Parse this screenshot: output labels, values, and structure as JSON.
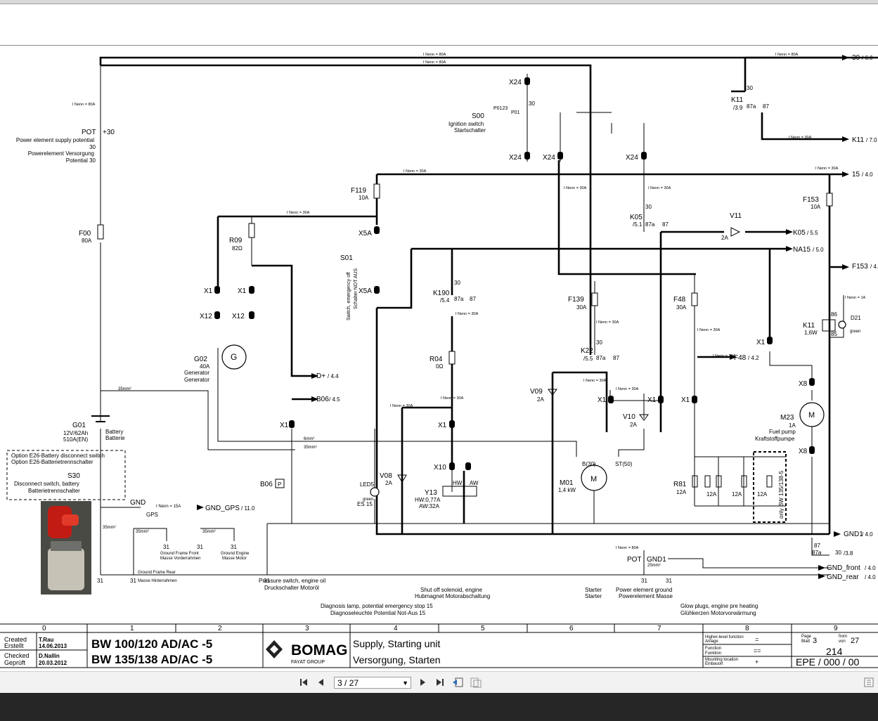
{
  "viewer": {
    "page_current": "3",
    "page_total": "27",
    "page_separator": "/"
  },
  "title_block": {
    "columns": [
      "0",
      "1",
      "2",
      "3",
      "4",
      "5",
      "6",
      "7",
      "8",
      "9"
    ],
    "created_label": "Created",
    "created_label_de": "Erstellt",
    "created_by": "T.Rau",
    "created_date": "14.06.2013",
    "checked_label": "Checked",
    "checked_label_de": "Geprüft",
    "checked_by": "D.Nallin",
    "checked_date": "20.03.2012",
    "model_line1": "BW 100/120 AD/AC -5",
    "model_line2": "BW 135/138 AD/AC -5",
    "brand": "BOMAG",
    "brand_sub": "FAYAT GROUP",
    "subject_en": "Supply, Starting unit",
    "subject_de": "Versorgung, Starten",
    "field_function": "Higher-level function",
    "field_function_de": "Anlage",
    "field_function_val": "=",
    "field_func2": "Function",
    "field_func2_de": "Funktion",
    "field_func2_val": "==",
    "field_loc": "Mounting location",
    "field_loc_de": "Einbauort",
    "field_loc_val": "+",
    "page_label": "Page",
    "page_label_de": "Blatt",
    "page_no": "3",
    "from_label": "from",
    "from_label_de": "von",
    "page_of": "27",
    "drawing_no": "214",
    "epe": "EPE / 000 / 00"
  },
  "components": {
    "pot": "POT",
    "pot_val": "+30",
    "pot_desc1": "Power element supply potential",
    "pot_desc2": "30",
    "pot_desc3": "Powerelement Versorgung",
    "pot_desc4": "Potential 30",
    "f00": "F00",
    "f00_val": "80A",
    "g01": "G01",
    "g01_spec1": "12V/62Ah",
    "g01_spec2": "510A(EN)",
    "g01_desc1": "Battery",
    "g01_desc2": "Batterie",
    "s30": "S30",
    "s30_desc1": "Disconnect switch, battery",
    "s30_desc2": "Batterietrennschalter",
    "s30_opt1": "Option E26-Battery disconnect switch",
    "s30_opt2": "Option E26-Batterietrennschalter",
    "gnd": "GND",
    "gps": "GPS",
    "gnd_gps": "GND_GPS",
    "ref_11_0": "/ 11.0",
    "inenn_15": "I Nenn = 15A",
    "ground_front": "Ground Frame Front",
    "ground_front_de": "Masse Vorderrahmen",
    "ground_rear": "Ground Frame Rear",
    "ground_rear_de": "Masse Hinterrahmen",
    "ground_engine": "Ground Engine",
    "ground_engine_de": "Masse Motor",
    "mm35": "35mm²",
    "mm6": "6mm²",
    "mm25": "25mm²",
    "g02": "G02",
    "g02_val": "40A",
    "g02_desc1": "Generator",
    "g02_desc2": "Generator",
    "r09": "R09",
    "r09_val": "82Ω",
    "x1": "X1",
    "x12": "X12",
    "x10": "X10",
    "x5a": "X5A",
    "x24": "X24",
    "x8": "X8",
    "dplus": "D+",
    "ref_4_4": "/ 4.4",
    "b06": "B06",
    "ref_4_5": "/ 4.5",
    "b06_desc1": "Pressure switch, engine oil",
    "b06_desc2": "Druckschalter Motoröl",
    "f119": "F119",
    "f119_val": "10A",
    "s01": "S01",
    "s01_desc1": "Switch, emergency off",
    "s01_desc2": "Schalter NOT AUS",
    "s00": "S00",
    "s00_desc1": "Ignition switch",
    "s00_desc2": "Startschalter",
    "p0123": "P0123",
    "p01": "P01",
    "k190": "K190",
    "k190_ref": "/5.4",
    "r04": "R04",
    "r04_val": "0Ω",
    "v08": "V08",
    "v08_val": "2A",
    "led5": "LED5",
    "es15": "ES 15",
    "green": "green",
    "led_desc1": "Diagnosis lamp, potential emergency stop 15",
    "led_desc2": "Diagnoseleuchte Potential Not-Aus 15",
    "y13": "Y13",
    "y13_hw": "HW:0,77A",
    "y13_aw": "AW:32A",
    "hw": "HW",
    "aw": "AW",
    "y13_desc1": "Shut off solenoid, engine",
    "y13_desc2": "Hubmagnet Motorabschaltung",
    "m01": "M01",
    "m01_val": "1,4 kW",
    "m01_b30": "B(30)",
    "m01_st50": "ST(50)",
    "m01_desc1": "Starter",
    "m01_desc2": "Starter",
    "v09": "V09",
    "v09_val": "2A",
    "v10": "V10",
    "v10_val": "2A",
    "k22": "K22",
    "k22_ref": "/5.5",
    "f139": "F139",
    "f139_val": "30A",
    "f48": "F48",
    "f48_val": "30A",
    "f48_ref": "F48",
    "ref_4_2": "/ 4.2",
    "k05": "K05",
    "k05_ref": "/5.1",
    "v11": "V11",
    "v11_val": "2A",
    "k05_out": "K05",
    "ref_5_5": "/ 5.5",
    "na15": "NA15",
    "ref_5_0": "/ 5.0",
    "f153": "F153",
    "f153_val": "10A",
    "f153_out": "F153",
    "ref_4_x": "/ 4.",
    "k11": "K11",
    "k11_ref": "/3.9",
    "k11_val": "1,6W",
    "k11_out": "K11",
    "ref_7_0": "/ 7.0",
    "d21": "D21",
    "out_30": "30",
    "ref_6_0": "/ 6.0",
    "out_15": "15",
    "ref_4_0": "/ 4.0",
    "m23": "M23",
    "m23_val": "1A",
    "m23_desc1": "Fuel pump",
    "m23_desc2": "Kraftstoffpumpe",
    "r81": "R81",
    "r81_val": "12A",
    "r81_desc1": "Glow plugs, engine pre heating",
    "r81_desc2": "Glühkerzen Motorvorwärmung",
    "only_bw": "only BW 135/138-5",
    "gnd1": "GND1",
    "pot2": "POT",
    "pot2_desc1": "Power element ground",
    "pot2_desc2": "Powerelement Masse",
    "gnd_front": "GND_front",
    "gnd_rear": "GND_rear",
    "ref_3_8": "/3.8",
    "inenn_80": "I Nenn = 80A",
    "inenn_30": "I Nenn = 30A",
    "inenn_1": "I Nenn = 1A",
    "pin30": "30",
    "pin87": "87",
    "pin87a": "87a",
    "pin85": "85",
    "pin86": "86",
    "pin31": "31",
    "m_sym": "M",
    "g_sym": "G",
    "p_sym": "P"
  }
}
